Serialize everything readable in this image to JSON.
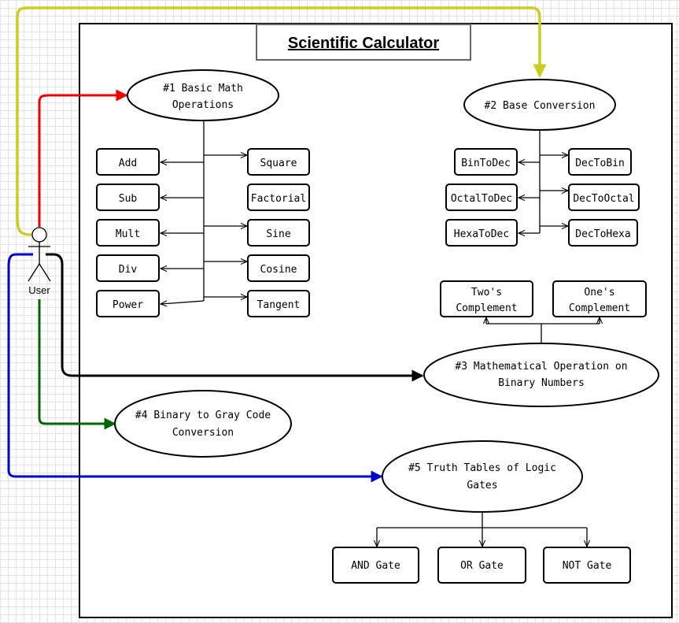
{
  "title": "Scientific Calculator",
  "actor": {
    "label": "User"
  },
  "colors": {
    "stroke": "#000000",
    "red": "#ee0000",
    "yellow": "#cccc22",
    "blue": "#0000cc",
    "green": "#006600",
    "black": "#000000"
  },
  "use_cases": {
    "basic_math": [
      "#1 Basic Math",
      "Operations"
    ],
    "base_conversion": [
      "#2 Base Conversion"
    ],
    "binary_math": [
      "#3 Mathematical Operation on",
      "Binary Numbers"
    ],
    "gray_code": [
      "#4 Binary to Gray Code",
      "Conversion"
    ],
    "truth_tables": [
      "#5 Truth Tables of Logic",
      "Gates"
    ]
  },
  "basic_ops": {
    "left": [
      "Add",
      "Sub",
      "Mult",
      "Div",
      "Power"
    ],
    "right": [
      "Square",
      "Factorial",
      "Sine",
      "Cosine",
      "Tangent"
    ]
  },
  "conversions": {
    "left": [
      "BinToDec",
      "OctalToDec",
      "HexaToDec"
    ],
    "right": [
      "DecToBin",
      "DecToOctal",
      "DecToHexa"
    ]
  },
  "complements": [
    [
      "Two's",
      "Complement"
    ],
    [
      "One's",
      "Complement"
    ]
  ],
  "gates": [
    "AND Gate",
    "OR Gate",
    "NOT Gate"
  ]
}
